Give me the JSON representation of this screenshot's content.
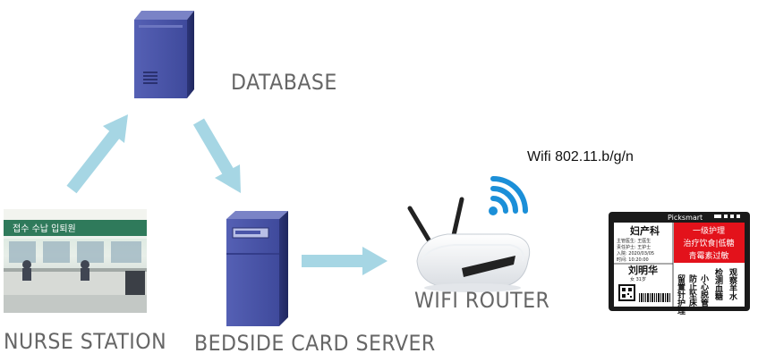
{
  "labels": {
    "database": "DATABASE",
    "nurse_station": "NURSE STATION",
    "bedside_card_server": "BEDSIDE CARD SERVER",
    "wifi_router": "WIFI ROUTER",
    "wifi_standard": "Wifi 802.11.b/g/n"
  },
  "card": {
    "brand": "Picksmart",
    "department": "妇产科",
    "doctor_line": "主管医生: 王医生",
    "nurse_line": "责任护士: 王护士",
    "admit_line": "入院: 2020/03/05",
    "time_line": "时间: 10:20:00",
    "patient_name": "刘明华",
    "patient_info": "女    31岁",
    "care_level": "一级护理",
    "diet": "治疗饮食|低糖",
    "allergy": "青霉素过敏",
    "col1": "留置针护理",
    "col2": "防止坠床",
    "col3": "小心脱管",
    "col4": "检测血糖",
    "col5": "观察羊水"
  },
  "colors": {
    "arrow": "#a6d6e4",
    "server": "#4a55a8",
    "alert_red": "#e3121b",
    "wifi_blue": "#1b8fd8",
    "label_gray": "#666666"
  }
}
